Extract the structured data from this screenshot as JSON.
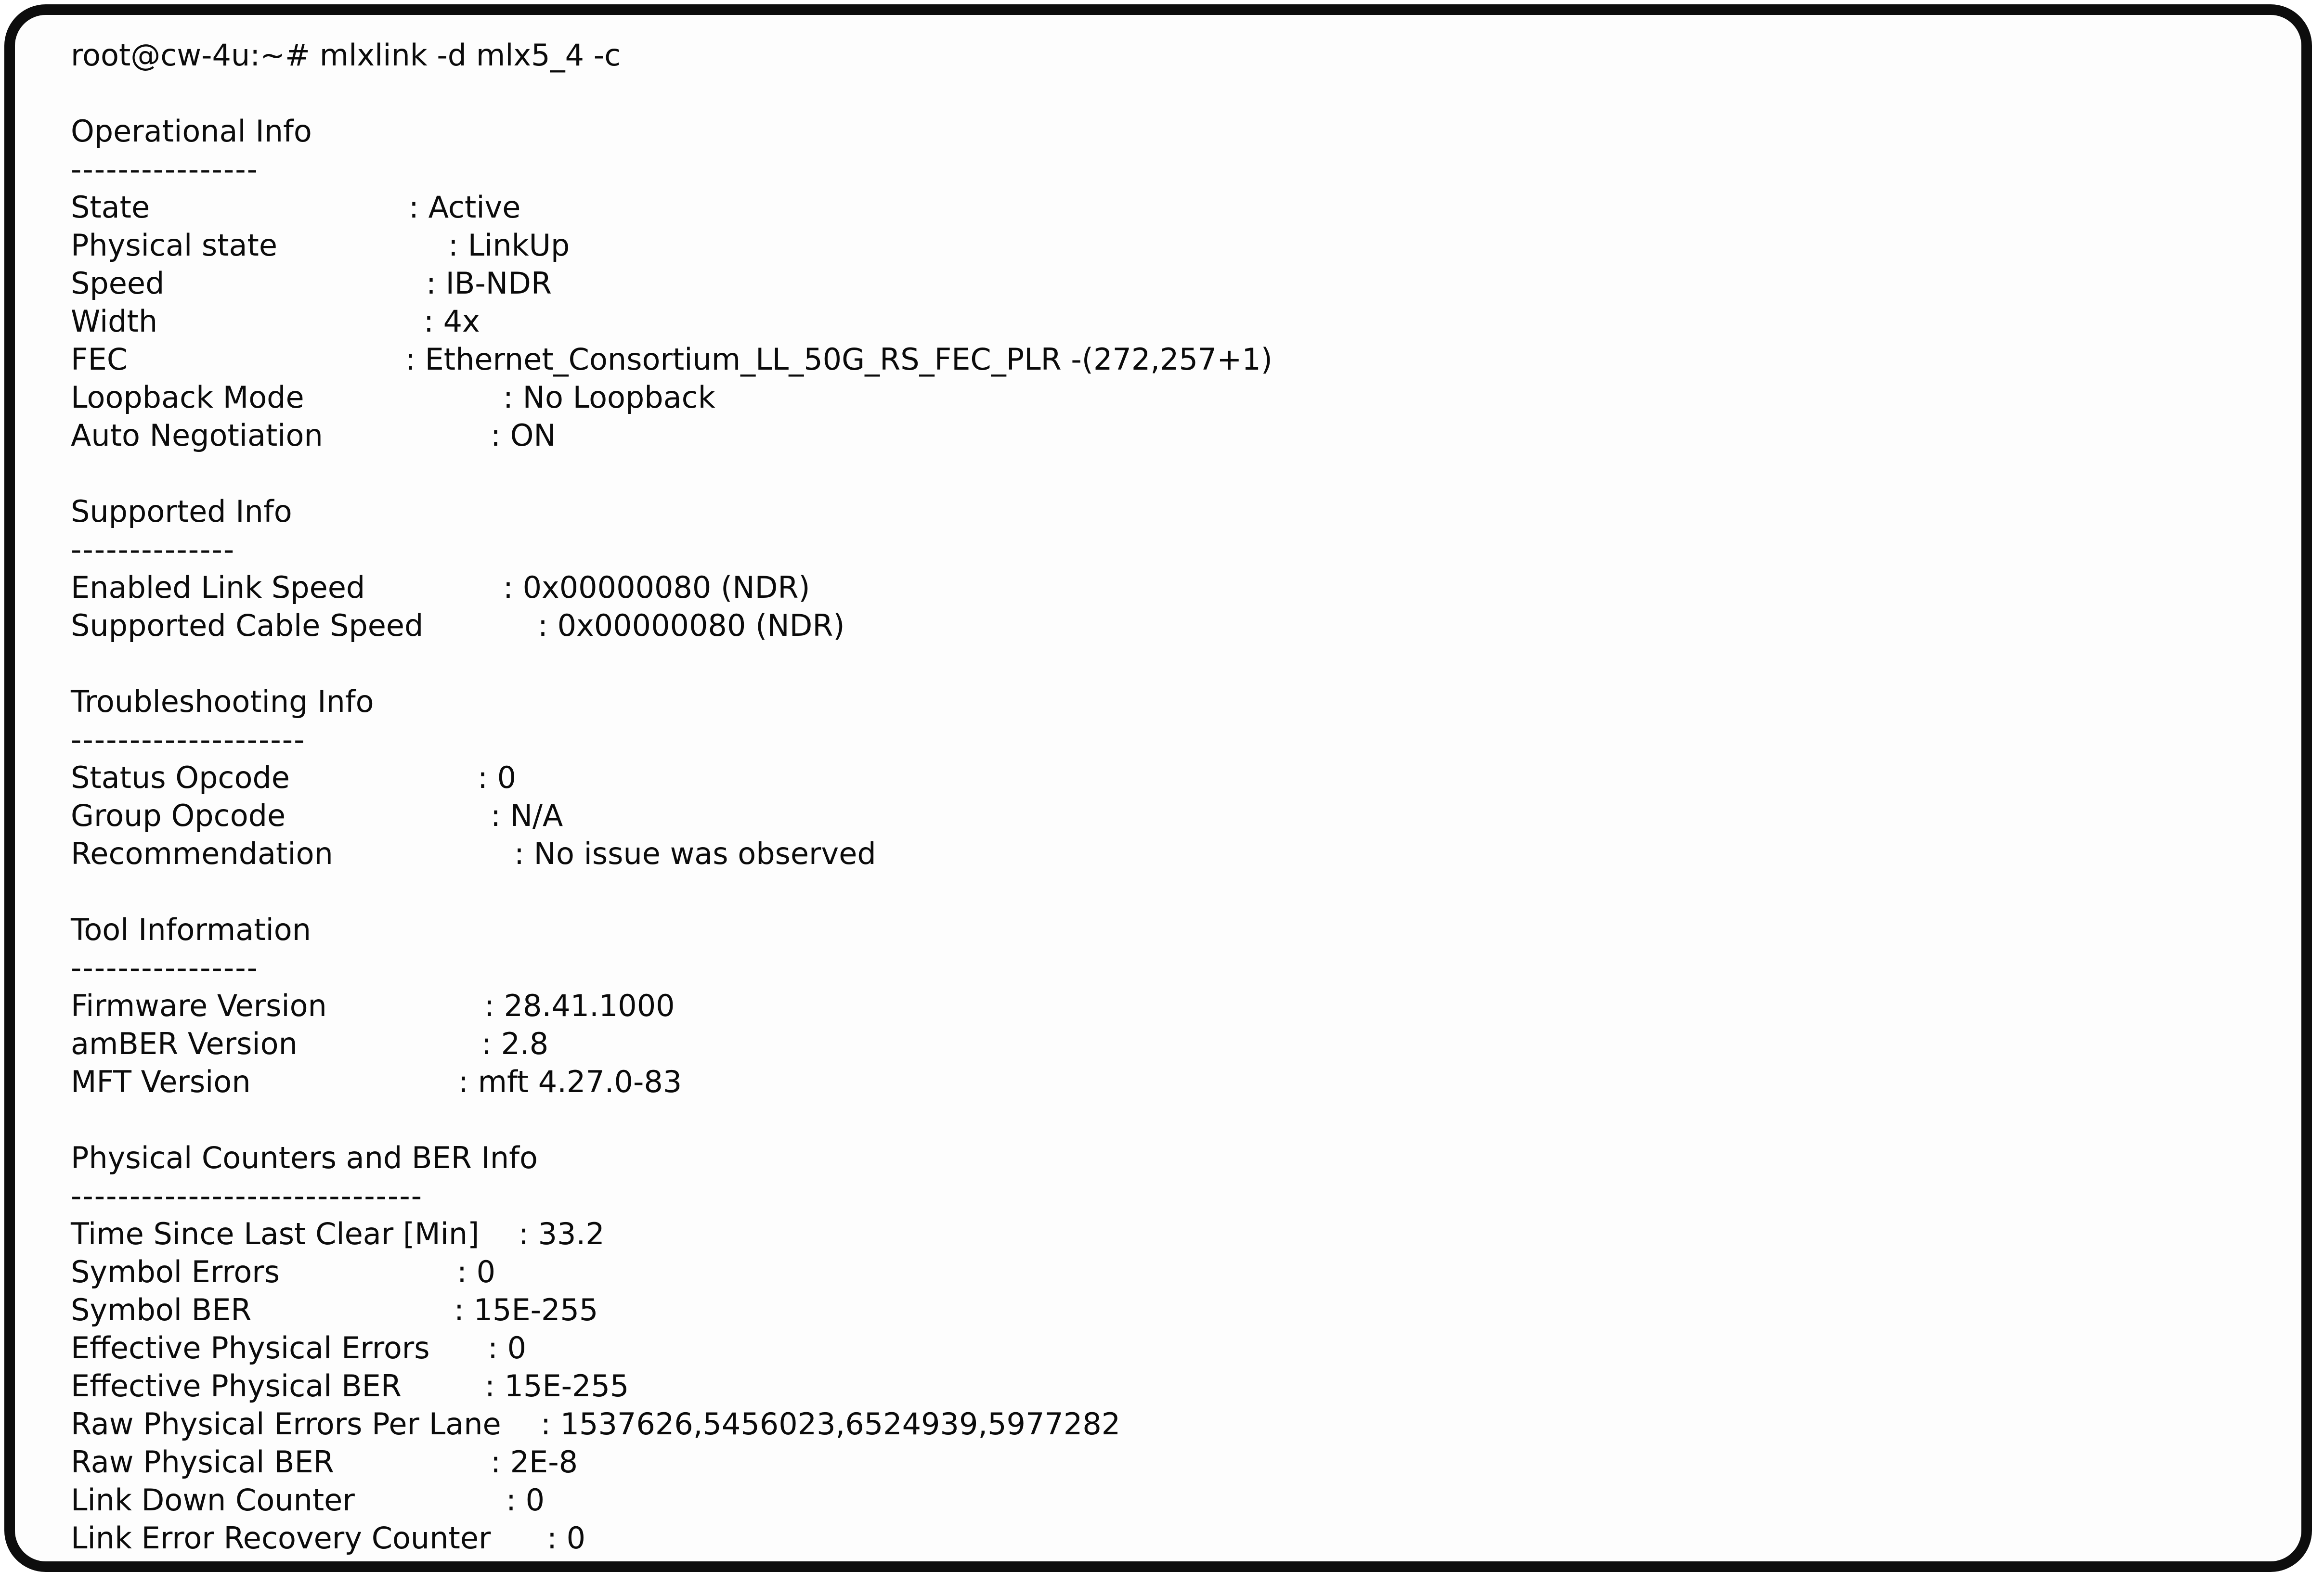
{
  "window": {
    "prompt": "root@cw-4u:~# mlxlink -d mlx5_4 -c"
  },
  "sections": [
    {
      "title": "Operational Info",
      "separator": "----------------",
      "rows": [
        {
          "key": "State",
          "value": ": Active"
        },
        {
          "key": "Physical state",
          "value": ": LinkUp"
        },
        {
          "key": "Speed",
          "value": ": IB-NDR"
        },
        {
          "key": "Width",
          "value": ": 4x"
        },
        {
          "key": "FEC",
          "value": ": Ethernet_Consortium_LL_50G_RS_FEC_PLR -(272,257+1)"
        },
        {
          "key": "Loopback Mode",
          "value": ": No Loopback"
        },
        {
          "key": "Auto Negotiation",
          "value": ": ON"
        }
      ]
    },
    {
      "title": "Supported Info",
      "separator": "--------------",
      "rows": [
        {
          "key": "Enabled Link Speed",
          "value": ": 0x00000080 (NDR)"
        },
        {
          "key": "Supported Cable Speed",
          "value": ": 0x00000080 (NDR)"
        }
      ]
    },
    {
      "title": "Troubleshooting Info",
      "separator": "--------------------",
      "rows": [
        {
          "key": "Status Opcode",
          "value": ": 0"
        },
        {
          "key": "Group Opcode",
          "value": ": N/A"
        },
        {
          "key": "Recommendation",
          "value": ": No issue was observed"
        }
      ]
    },
    {
      "title": "Tool Information",
      "separator": "----------------",
      "rows": [
        {
          "key": "Firmware Version",
          "value": ": 28.41.1000"
        },
        {
          "key": "amBER Version",
          "value": ": 2.8"
        },
        {
          "key": "MFT Version",
          "value": ": mft 4.27.0-83"
        }
      ]
    },
    {
      "title": "Physical Counters and BER Info",
      "separator": "------------------------------",
      "rows": [
        {
          "key": "Time Since Last Clear [Min]",
          "value": ": 33.2"
        },
        {
          "key": "Symbol Errors",
          "value": ": 0"
        },
        {
          "key": "Symbol BER",
          "value": ": 15E-255"
        },
        {
          "key": "Effective Physical Errors",
          "value": ": 0"
        },
        {
          "key": "Effective Physical BER",
          "value": ": 15E-255"
        },
        {
          "key": "Raw Physical Errors Per Lane",
          "value": ": 1537626,5456023,6524939,5977282"
        },
        {
          "key": "Raw Physical BER",
          "value": ": 2E-8"
        },
        {
          "key": "Link Down Counter",
          "value": ": 0"
        },
        {
          "key": "Link Error Recovery Counter",
          "value": ": 0"
        }
      ]
    }
  ]
}
